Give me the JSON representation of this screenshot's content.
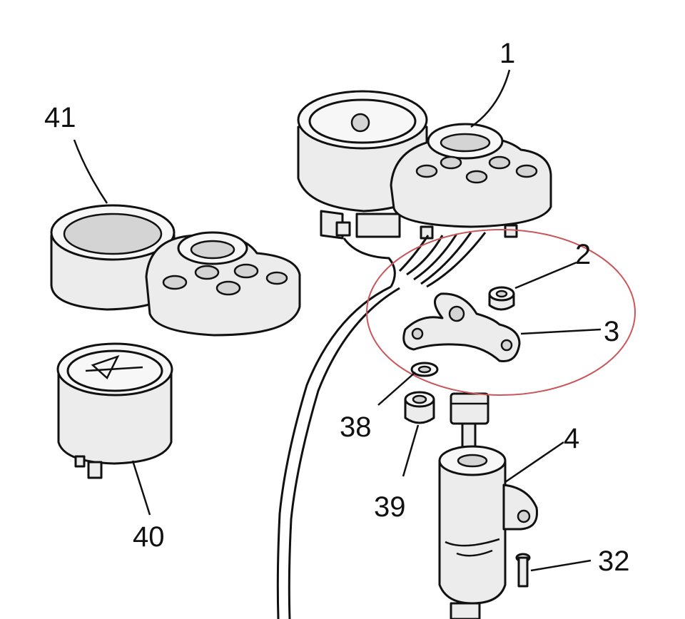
{
  "callouts": {
    "c1": "1",
    "c2": "2",
    "c3": "3",
    "c4": "4",
    "c32": "32",
    "c38": "38",
    "c39": "39",
    "c40": "40",
    "c41": "41"
  },
  "colors": {
    "line": "#111111",
    "highlight_ellipse": "#c9565a",
    "background": "#ffffff"
  }
}
